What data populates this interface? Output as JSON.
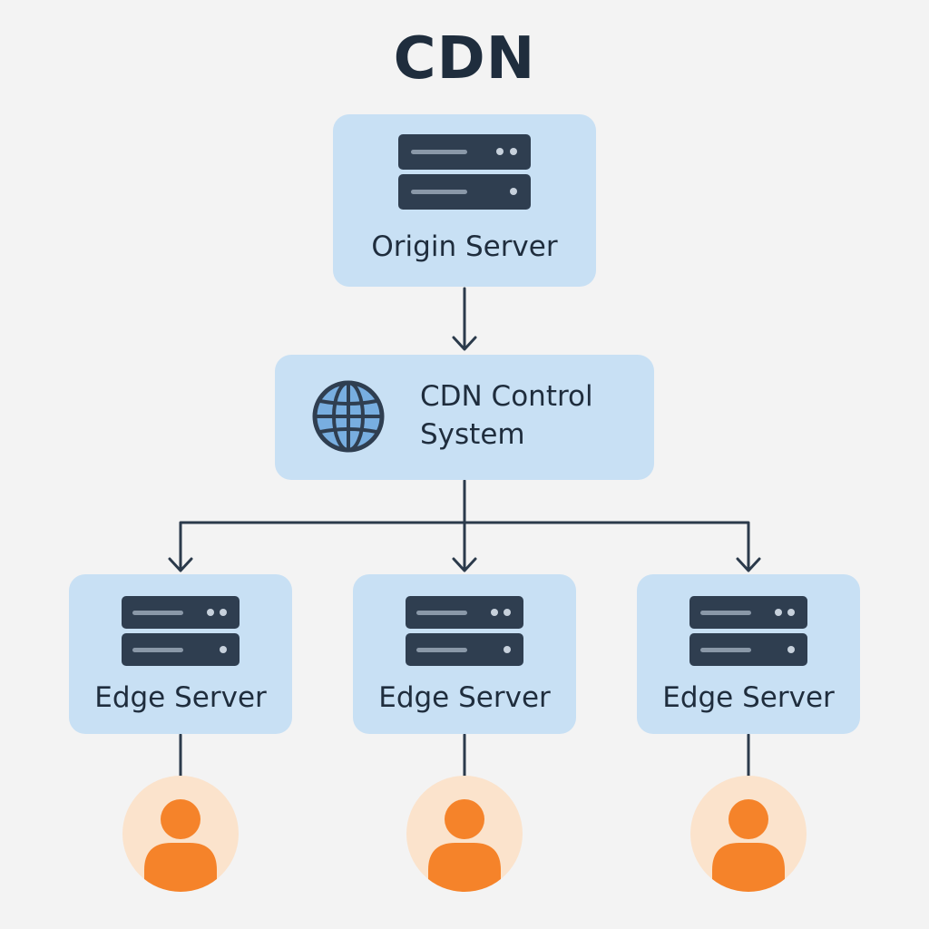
{
  "title": "CDN",
  "origin": {
    "label": "Origin Server",
    "icon": "server-icon"
  },
  "control": {
    "label_line1": "CDN Control",
    "label_line2": "System",
    "icon": "globe-icon"
  },
  "edges": [
    {
      "label": "Edge Server",
      "icon": "server-icon"
    },
    {
      "label": "Edge Server",
      "icon": "server-icon"
    },
    {
      "label": "Edge Server",
      "icon": "server-icon"
    }
  ],
  "users": [
    {
      "icon": "user-icon"
    },
    {
      "icon": "user-icon"
    },
    {
      "icon": "user-icon"
    }
  ],
  "colors": {
    "background": "#f3f3f3",
    "box_fill": "#c8e0f4",
    "text": "#1f2d3d",
    "server": "#2f3e50",
    "connector": "#2b3a4b",
    "user_bg": "#fbe3cc",
    "user_fg": "#f5832a"
  }
}
